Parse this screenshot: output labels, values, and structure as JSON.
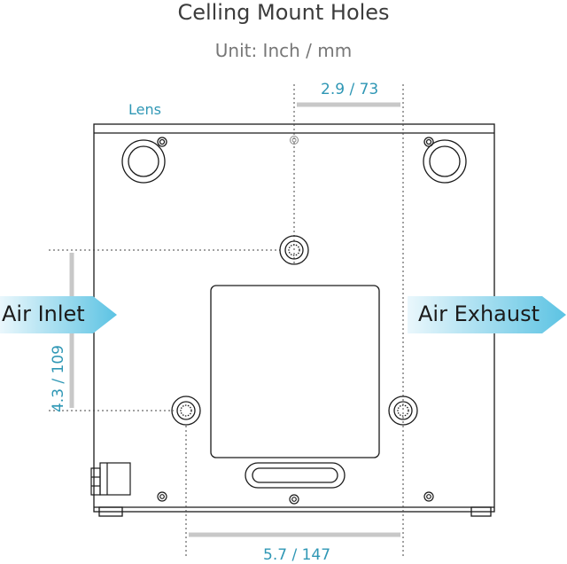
{
  "title": "Celling Mount Holes",
  "subtitle": "Unit: Inch / mm",
  "lens_label": "Lens",
  "dimensions": {
    "top": "2.9 / 73",
    "left": "4.3 / 109",
    "bottom": "5.7 / 147"
  },
  "airflow": {
    "inlet": "Air Inlet",
    "exhaust": "Air Exhaust"
  },
  "colors": {
    "accent": "#2f97b5",
    "arrow_light": "#e8f6fb",
    "arrow_dark": "#5cc3e3",
    "outline": "#1a1a1a",
    "dim_bar": "#c8c8c8"
  }
}
